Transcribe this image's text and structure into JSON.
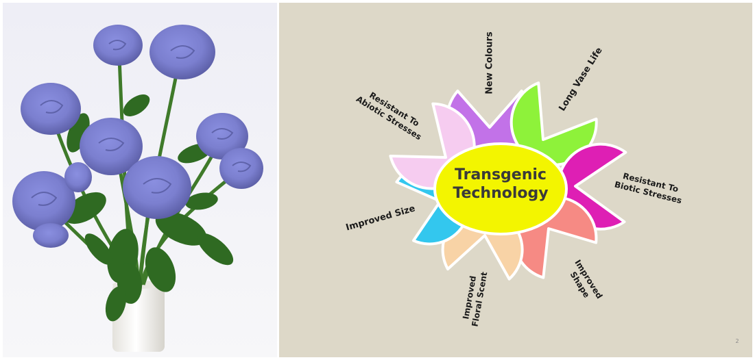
{
  "center": {
    "line1": "Transgenic",
    "line2": "Technology"
  },
  "petals": [
    {
      "id": "new-colours",
      "lines": [
        "New Colours"
      ],
      "color": "#c272e8"
    },
    {
      "id": "long-vase-life",
      "lines": [
        "Long Vase Life"
      ],
      "color": "#8ef23a"
    },
    {
      "id": "resistant-biotic",
      "lines": [
        "Resistant To",
        "Biotic Stresses"
      ],
      "color": "#de1fb4"
    },
    {
      "id": "improved-shape",
      "lines": [
        "Improved",
        "Shape"
      ],
      "color": "#f68a84"
    },
    {
      "id": "improved-floral-scent",
      "lines": [
        "Improved",
        "Floral Scent"
      ],
      "color": "#f8d3a6"
    },
    {
      "id": "improved-size",
      "lines": [
        "Improved Size"
      ],
      "color": "#33c7ee"
    },
    {
      "id": "resistant-abiotic",
      "lines": [
        "Resistant To",
        "Abiotic Stresses"
      ],
      "color": "#f6ccf0"
    }
  ],
  "colors": {
    "slide_bg": "#ddd8c8",
    "center_fill": "#f3f500",
    "outline": "#ffffff"
  },
  "page_number": "2",
  "photo": {
    "subject": "blue roses in white vase"
  }
}
